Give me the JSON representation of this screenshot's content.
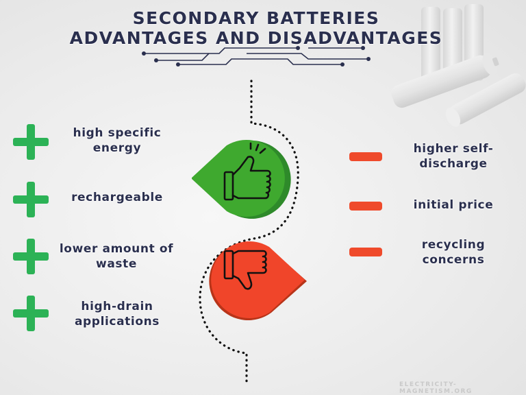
{
  "title": {
    "line1": "SECONDARY BATTERIES",
    "line2": "ADVANTAGES AND DISADVANTAGES"
  },
  "advantages": [
    {
      "line1": "high specific",
      "line2": "energy"
    },
    {
      "line1": "rechargeable",
      "line2": ""
    },
    {
      "line1": "lower amount of",
      "line2": "waste"
    },
    {
      "line1": "high-drain",
      "line2": "applications"
    }
  ],
  "disadvantages": [
    {
      "line1": "higher self-",
      "line2": "discharge"
    },
    {
      "line1": "initial price",
      "line2": ""
    },
    {
      "line1": "recycling",
      "line2": "concerns"
    }
  ],
  "icons": {
    "advantage_marker": "plus-icon",
    "disadvantage_marker": "minus-icon",
    "pros_badge": "thumbs-up-icon",
    "cons_badge": "thumbs-down-icon",
    "decoration": "battery-icon"
  },
  "colors": {
    "title": "#2a2f4e",
    "advantage": "#2cb256",
    "disadvantage": "#ef4a2b",
    "pros_badge": "#3ea92e",
    "cons_badge": "#f0452a"
  },
  "watermark": "ELECTRICITY-MAGNETISM.ORG"
}
